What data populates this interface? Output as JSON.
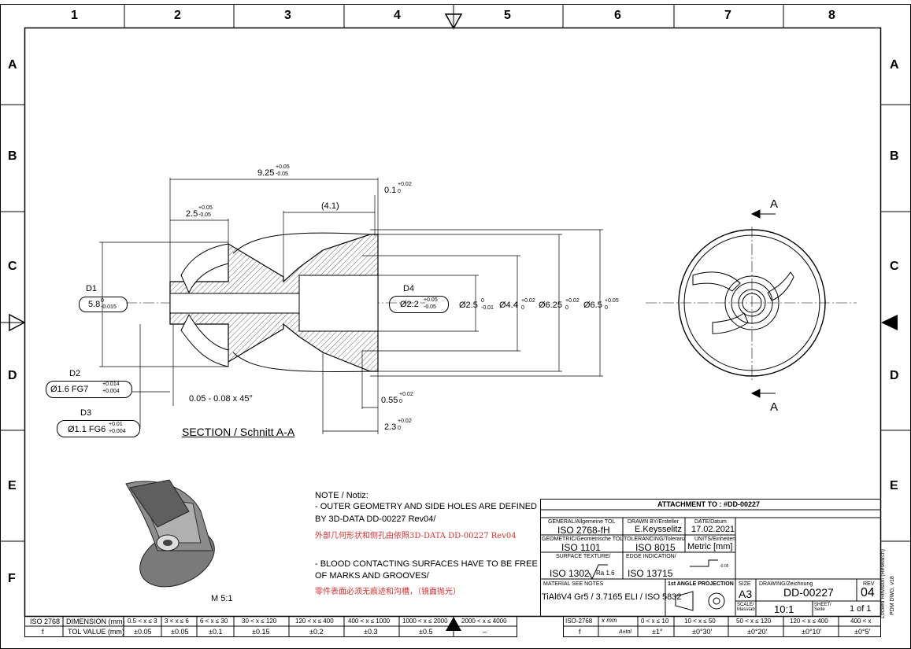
{
  "grid": {
    "columns": [
      "1",
      "2",
      "3",
      "4",
      "5",
      "6",
      "7",
      "8"
    ],
    "rows": [
      "A",
      "B",
      "C",
      "D",
      "E",
      "F"
    ]
  },
  "dims": {
    "d1_label": "D1",
    "d1_value": "5.8",
    "d1_tol": "-0.015",
    "d2_label": "D2",
    "d2_value": "Ø1.6 FG7",
    "d2_tol_up": "+0.014",
    "d2_tol_lo": "+0.004",
    "d3_label": "D3",
    "d3_value": "Ø1.1 FG6",
    "d3_tol_up": "+0.01",
    "d3_tol_lo": "+0.004",
    "d4_label": "D4",
    "d4_value": "Ø2.2",
    "d4_tol_up": "+0.05",
    "d4_tol_lo": "-0.05",
    "len_925": "9.25",
    "len_925_up": "+0.05",
    "len_925_lo": "-0.05",
    "len_25": "2.5",
    "len_25_up": "+0.05",
    "len_25_lo": "-0.05",
    "len_41": "(4.1)",
    "len_01": "0.1",
    "len_01_up": "+0.02",
    "len_01_lo": "0",
    "dia_25": "Ø2.5",
    "dia_25_up": "0",
    "dia_25_lo": "-0.01",
    "dia_44": "Ø4.4",
    "dia_44_up": "+0.02",
    "dia_44_lo": "0",
    "dia_625": "Ø6.25",
    "dia_625_up": "+0.02",
    "dia_625_lo": "0",
    "dia_65": "Ø6.5",
    "dia_65_up": "+0.05",
    "dia_65_lo": "0",
    "chamfer": "0.05 - 0.08 x 45°",
    "len_055": "0.55",
    "len_055_up": "+0.02",
    "len_055_lo": "0",
    "len_23": "2.3",
    "len_23_up": "+0.02",
    "len_23_lo": "0",
    "section_a": "A"
  },
  "section_title": "SECTION / Schnitt A-A",
  "scale_label": "M 5:1",
  "notes": {
    "heading": "NOTE / Notiz:",
    "note1_line1": "- OUTER GEOMETRY AND SIDE HOLES ARE DEFINED",
    "note1_line2": "BY 3D-DATA DD-00227 Rev04/",
    "note1_cn": "外部几何形状和侧孔由依照3D-DATA DD-00227 Rev04",
    "note2_line1": "- BLOOD CONTACTING SURFACES HAVE TO BE FREE",
    "note2_line2": "OF MARKS AND GROOVES/",
    "note2_cn": "零件表面必须无痕迹和沟槽，（镜面抛光）"
  },
  "title_block": {
    "attachment": "ATTACHMENT TO : #DD-00227",
    "general_tol_label": "GENERAL/Allgemeine TOL",
    "general_tol": "ISO 2768-fH",
    "drawn_by_label": "DRAWN BY/Ersteller",
    "drawn_by": "E.Keysselitz",
    "date_label": "DATE/Datum",
    "date": "17.02.2021",
    "geometric_label": "GEOMETRIC/Geometrische TOL",
    "geometric": "ISO 1101",
    "tolerancing_label": "TOLERANCING/Toleranz",
    "tolerancing": "ISO 8015",
    "units_label": "UNITS/Einheiten",
    "units": "Metric [mm]",
    "surface_label": "SURFACE TEXTURE/",
    "surface": "ISO 1302",
    "ra": "Ra 1.6",
    "edge_label": "EDGE INDICATION/",
    "edge": "ISO 13715",
    "edge_val": "-0.05",
    "material_label": "MATERIAL  SEE NOTES",
    "material": "TiAl6V4 Gr5 / 3.7165 ELI / ISO 5832",
    "projection": "1st ANGLE PROJECTION",
    "size_label": "SIZE",
    "size": "A3",
    "drawing_label": "DRAWING/Zeichnung",
    "drawing": "DD-00227",
    "rev_label": "REV",
    "rev": "04",
    "scale_label": "SCALE/ Masstab",
    "scale": "10:1",
    "sheet_label": "SHEET/ Seite",
    "sheet": "1 of 1",
    "side_text1": "Locked Revision (Research)",
    "side_text2": "PDM DWG. v18"
  },
  "tol_table_left": {
    "h1": "ISO 2768",
    "h2": "DIMENSION (mm)",
    "ranges": [
      "0.5 < x ≤ 3",
      "3 < x ≤ 6",
      "6 < x ≤ 30",
      "30 < x ≤ 120",
      "120 < x ≤ 400",
      "400 < x ≤ 1000",
      "1000 < x ≤ 2000",
      "2000 < x ≤ 4000"
    ],
    "r1": "f",
    "r2": "TOL VALUE (mm)",
    "values": [
      "±0.05",
      "±0.05",
      "±0.1",
      "±0.15",
      "±0.2",
      "±0.3",
      "±0.5",
      "–"
    ]
  },
  "tol_table_right": {
    "h1": "ISO-2768",
    "h2": "x mm",
    "h2b": "A±tol",
    "ranges": [
      "0 < x ≤ 10",
      "10 < x ≤ 50",
      "50 < x ≤ 120",
      "120 < x ≤ 400",
      "400 < x"
    ],
    "r1": "f",
    "values": [
      "±1°",
      "±0°30'",
      "±0°20'",
      "±0°10'",
      "±0°5'"
    ]
  }
}
